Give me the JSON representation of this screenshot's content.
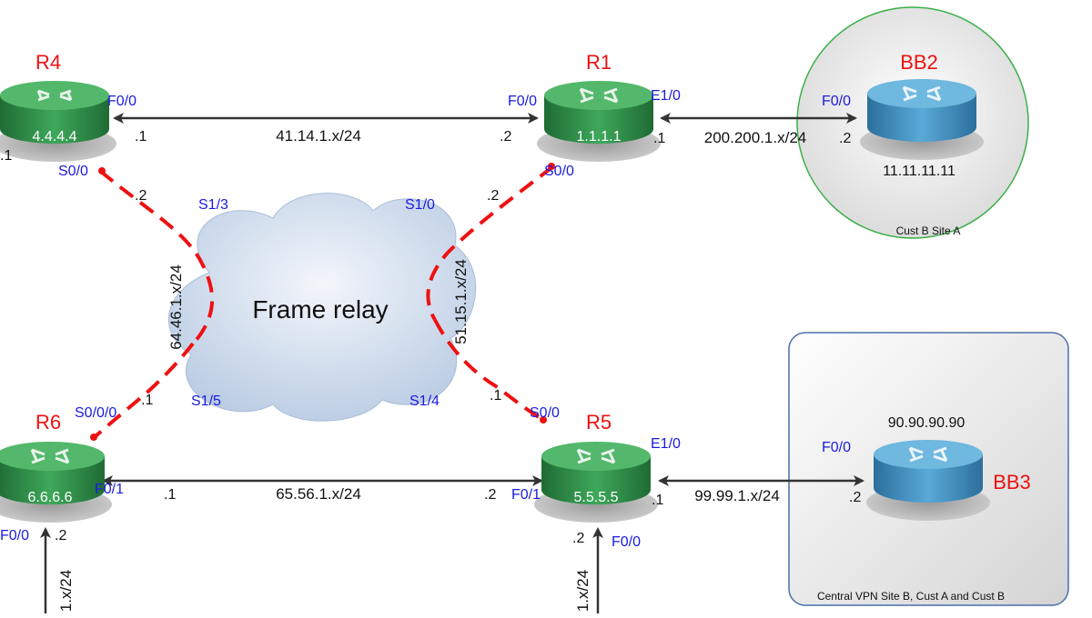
{
  "colors": {
    "router_name": "#ee1111",
    "interface": "#1a1ae0",
    "frame_relay_link": "#ee1111",
    "green_router": "#3a9a4f",
    "blue_router": "#4a97c8",
    "cloud": "#c6d6ea"
  },
  "cloud": {
    "label": "Frame relay"
  },
  "zones": {
    "cust_b_site_a": "Cust B Site A",
    "central_vpn": "Central VPN Site B, Cust A and Cust B"
  },
  "routers": {
    "r4": {
      "name": "R4",
      "id": "4.4.4.4",
      "icon": "router-icon"
    },
    "r1": {
      "name": "R1",
      "id": "1.1.1.1",
      "icon": "router-icon"
    },
    "bb2": {
      "name": "BB2",
      "id": "11.11.11.11",
      "icon": "router-icon"
    },
    "r6": {
      "name": "R6",
      "id": "6.6.6.6",
      "icon": "router-icon"
    },
    "r5": {
      "name": "R5",
      "id": "5.5.5.5",
      "icon": "router-icon"
    },
    "bb3": {
      "name": "BB3",
      "id": "90.90.90.90",
      "icon": "router-icon"
    }
  },
  "links": {
    "r4_r1": {
      "subnet": "41.14.1.x/24",
      "a_if": "F0/0",
      "a_host": ".1",
      "b_if": "F0/0",
      "b_host": ".2"
    },
    "r1_bb2": {
      "subnet": "200.200.1.x/24",
      "a_if": "E1/0",
      "a_host": ".1",
      "b_if": "F0/0",
      "b_host": ".2"
    },
    "r6_r5": {
      "subnet": "65.56.1.x/24",
      "a_if": "F0/1",
      "a_host": ".1",
      "b_if": "F0/1",
      "b_host": ".2"
    },
    "r5_bb3": {
      "subnet": "99.99.1.x/24",
      "a_if": "E1/0",
      "a_host": ".1",
      "b_if": "F0/0",
      "b_host": ".2"
    },
    "fr_r4": {
      "subnet": "64.46.1.x/24",
      "router_if": "S0/0",
      "host": ".2",
      "switch_if": "S1/3"
    },
    "fr_r1": {
      "subnet": "",
      "router_if": "S0/0",
      "host": ".2",
      "switch_if": "S1/0"
    },
    "fr_r6": {
      "subnet": "",
      "router_if": "S0/0/0",
      "host": ".1",
      "switch_if": "S1/5"
    },
    "fr_r5": {
      "subnet": "51.15.1.x/24",
      "router_if": "S0/0",
      "host": ".1",
      "switch_if": "S1/4"
    },
    "r4_left": {
      "host": ".1"
    },
    "r6_down": {
      "subnet": "1.x/24",
      "if": "F0/0",
      "host": ".2"
    },
    "r5_down": {
      "subnet": "1.x/24",
      "if": "F0/0",
      "host": ".2"
    }
  }
}
